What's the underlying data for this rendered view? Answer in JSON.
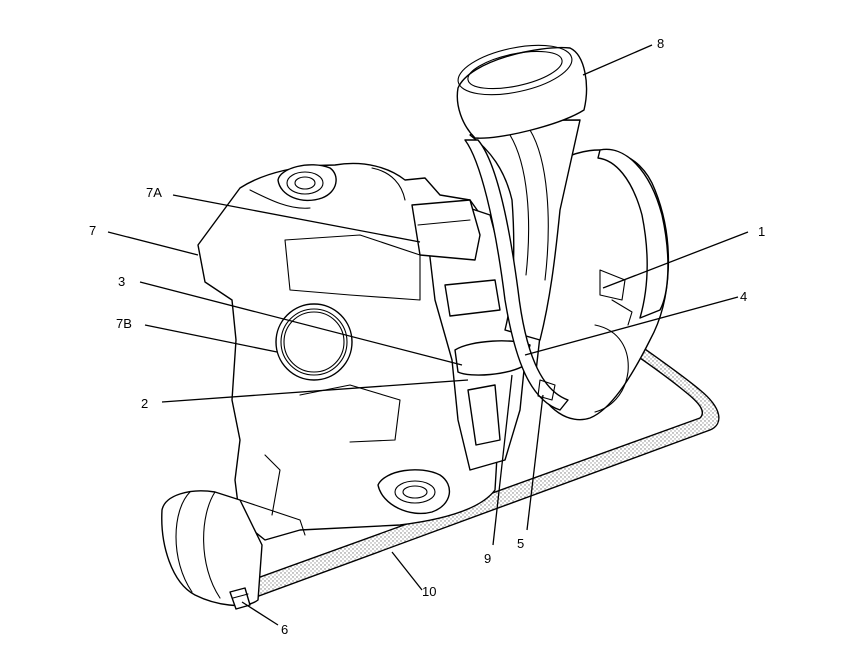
{
  "callouts": {
    "c1": "1",
    "c2": "2",
    "c3": "3",
    "c4": "4",
    "c5": "5",
    "c6": "6",
    "c7": "7",
    "c7a": "7A",
    "c7b": "7B",
    "c8": "8",
    "c9": "9",
    "c10": "10"
  },
  "colors": {
    "line": "#000000",
    "background": "#ffffff",
    "hose_fill": "#c8c8c8"
  }
}
